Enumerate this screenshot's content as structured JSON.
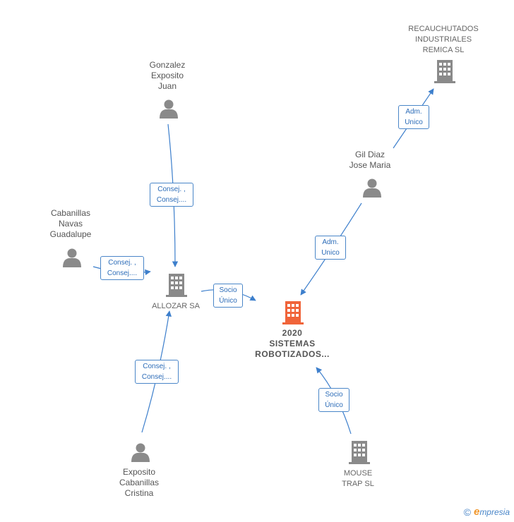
{
  "colors": {
    "edge": "#3d7fcc",
    "person_icon": "#8a8a8a",
    "company_icon": "#8a8a8a",
    "main_company_icon": "#f0643a",
    "label_text": "#555555"
  },
  "nodes": {
    "recauchutados": {
      "name_lines": [
        "RECAUCHUTADOS",
        "INDUSTRIALES",
        "REMICA SL"
      ],
      "kind": "company",
      "icon": "building-icon"
    },
    "gonzalez": {
      "name_lines": [
        "Gonzalez",
        "Exposito",
        "Juan"
      ],
      "kind": "person",
      "icon": "person-icon"
    },
    "gil_diaz": {
      "name_lines": [
        "Gil Diaz",
        "Jose Maria"
      ],
      "kind": "person",
      "icon": "person-icon"
    },
    "cabanillas": {
      "name_lines": [
        "Cabanillas",
        "Navas",
        "Guadalupe"
      ],
      "kind": "person",
      "icon": "person-icon"
    },
    "allozar": {
      "name_lines": [
        "ALLOZAR SA"
      ],
      "kind": "company",
      "icon": "building-icon"
    },
    "sistemas": {
      "name_lines": [
        "2020",
        "SISTEMAS",
        "ROBOTIZADOS..."
      ],
      "kind": "main-company",
      "icon": "building-icon"
    },
    "exposito": {
      "name_lines": [
        "Exposito",
        "Cabanillas",
        "Cristina"
      ],
      "kind": "person",
      "icon": "person-icon"
    },
    "mouse_trap": {
      "name_lines": [
        "MOUSE",
        "TRAP  SL"
      ],
      "kind": "company",
      "icon": "building-icon"
    }
  },
  "edges": {
    "gil_to_recauchutados": {
      "lines": [
        "Adm.",
        "Unico"
      ]
    },
    "gonzalez_to_allozar": {
      "lines": [
        "Consej. ,",
        "Consej...."
      ]
    },
    "cabanillas_to_allozar": {
      "lines": [
        "Consej. ,",
        "Consej...."
      ]
    },
    "allozar_to_sistemas": {
      "lines": [
        "Socio",
        "Único"
      ]
    },
    "gil_to_sistemas": {
      "lines": [
        "Adm.",
        "Unico"
      ]
    },
    "exposito_to_allozar": {
      "lines": [
        "Consej. ,",
        "Consej...."
      ]
    },
    "mouse_to_sistemas": {
      "lines": [
        "Socio",
        "Único"
      ]
    }
  },
  "footer": {
    "copyright": "©",
    "brand_first": "e",
    "brand_rest": "mpresia"
  }
}
